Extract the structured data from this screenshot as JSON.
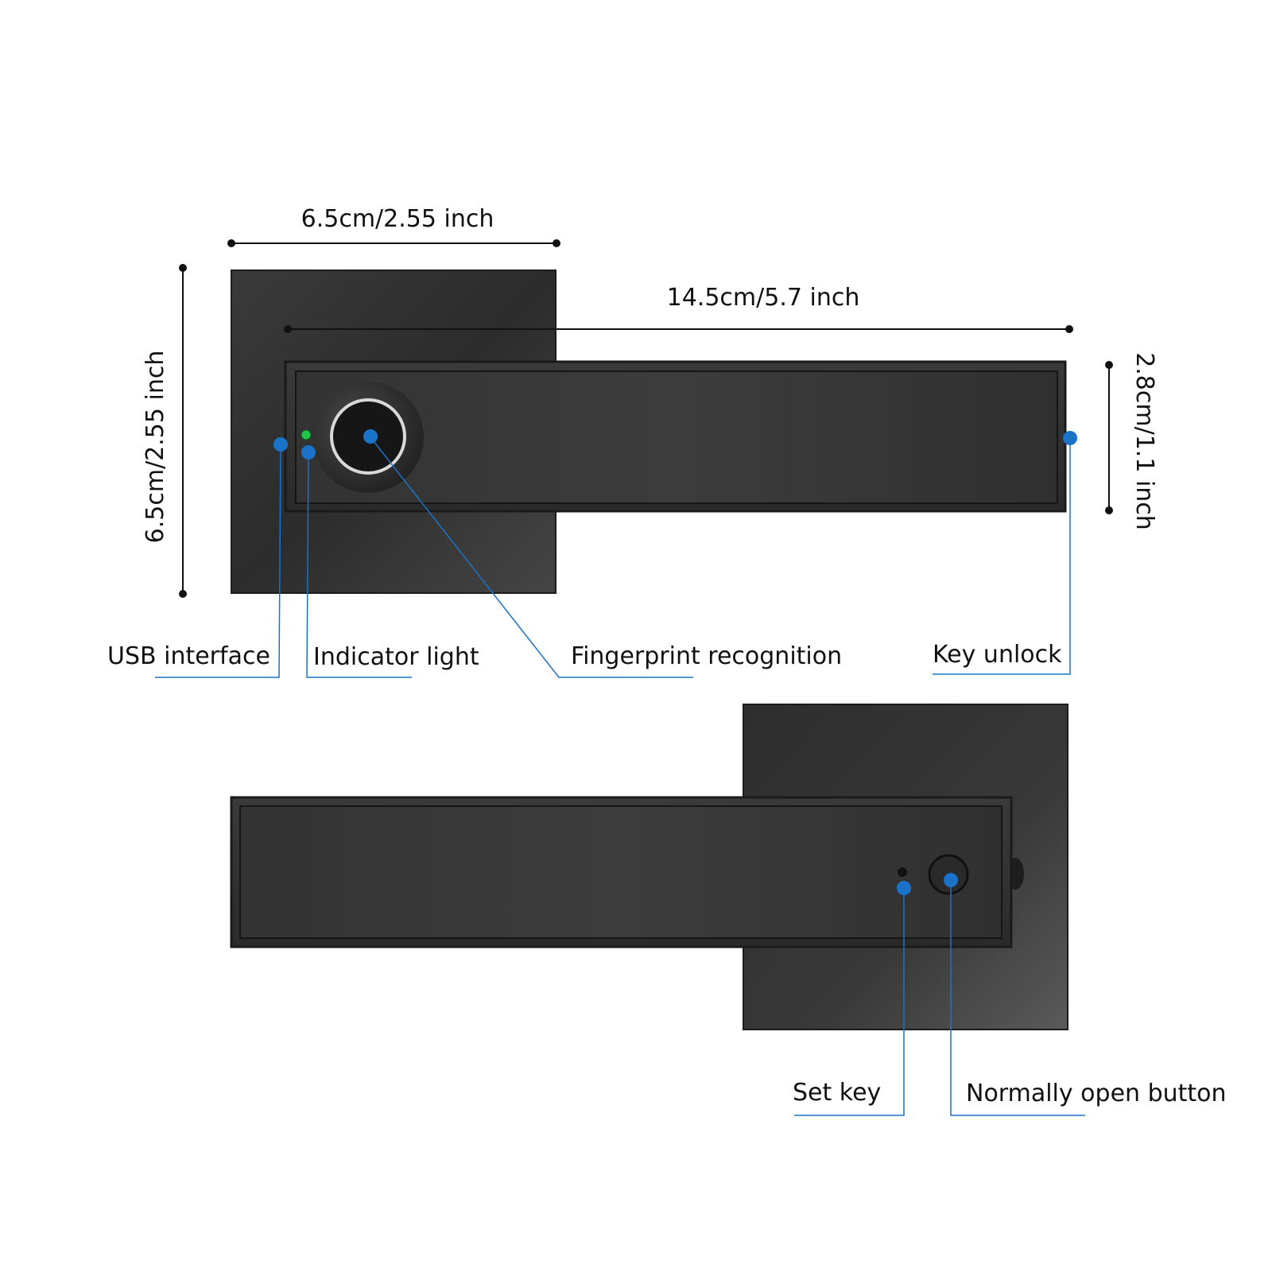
{
  "colors": {
    "background": "#ffffff",
    "callout": "#1a73c8",
    "dimension": "#111111",
    "body_dark": "#2f2f2f",
    "indicator": "#22c54a"
  },
  "dimensions": {
    "rosette_width": "6.5cm/2.55 inch",
    "handle_length": "14.5cm/5.7 inch",
    "rosette_height": "6.5cm/2.55 inch",
    "handle_height": "2.8cm/1.1 inch"
  },
  "callouts": {
    "usb_interface": "USB interface",
    "indicator_light": "Indicator light",
    "fingerprint_recognition": "Fingerprint recognition",
    "key_unlock": "Key unlock",
    "set_key": "Set key",
    "normally_open_button": "Normally open button"
  }
}
